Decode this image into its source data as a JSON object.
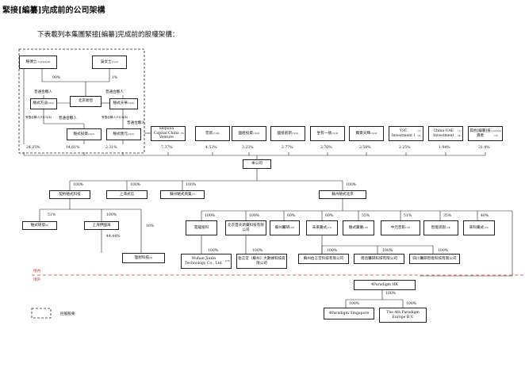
{
  "header": {
    "title": "緊接[編纂]完成前的公司架構",
    "subtitle": "下表載列本集團緊接[編纂]完成前的股權架構："
  },
  "controlling_group": {
    "dr_ma": "駱博士",
    "dr_ma_note": "(1)(2)(3)(4)",
    "ms_wu": "吳女士",
    "ms_wu_note": "(1)(2)",
    "pct_dr_ma": "99%",
    "pct_ms_wu": "1%",
    "gp1": "普通合夥人",
    "gp2": "普通合夥人",
    "gp3": "普通合夥人",
    "gp4": "普通合夥人",
    "entity_a": "駱式方迪",
    "entity_a_note": "(1)(2)",
    "entity_b": "北京新智",
    "entity_c": "駱式天華",
    "entity_c_note": "(1)(8)",
    "small_left": "有限合夥人(1)(3)(4)",
    "small_right": "有限合夥人(1)(3)(4)",
    "holding_a": "駱式投資",
    "holding_a_note": "(1)(2)",
    "holding_b": "駱式匯元",
    "holding_b_note": "(1)(2)",
    "pct_left": "24.25%",
    "pct_a": "14.61%",
    "pct_b": "2.31%"
  },
  "investors": [
    {
      "name": "Sequoia Capital China Venture",
      "note": "(5)",
      "pct": "7.37%"
    },
    {
      "name": "宏昇",
      "note": "(1)(4)",
      "pct": "4.53%"
    },
    {
      "name": "國經投資",
      "note": "(1)(4)",
      "pct": "3.23%"
    },
    {
      "name": "國投創新",
      "note": "(1)(4)",
      "pct": "2.77%"
    },
    {
      "name": "坐有一號",
      "note": "(1)(4)",
      "pct": "2.76%"
    },
    {
      "name": "獨資天輝",
      "note": "(1)(4)",
      "pct": "2.58%"
    },
    {
      "name": "YSC Investment I",
      "note": "(1)(4)",
      "pct": "2.25%"
    },
    {
      "name": "China-UAE Investment",
      "note": "(1)(4)",
      "pct": "1.94%"
    },
    {
      "name": "其他[編纂]投資者",
      "note": "(1)(4)(5)(6)",
      "pct": "31.4%"
    }
  ],
  "company": "本公司",
  "level1": [
    {
      "name": "契約駱式科技",
      "pct": "100%"
    },
    {
      "name": "上海式信",
      "pct": "100%"
    },
    {
      "name": "蘇州駱式商業",
      "note": "(7)",
      "pct": "100%"
    },
    {
      "name": "蘇州駱式北京",
      "pct": "100%"
    }
  ],
  "left_branch": {
    "pct_a": "51%",
    "pct_b": "100%",
    "pct_c": "44.44%",
    "pct_d": "10%",
    "a": "駱式研發",
    "a_note": "(8)",
    "b": "上海伊國海",
    "c": "理想科技",
    "c_note": "(9)"
  },
  "level2": [
    {
      "name": "雲龍投科",
      "pct": "100%"
    },
    {
      "name": "北京首天新藥科技有限公司",
      "pct": "100%"
    },
    {
      "name": "蘇州醫研",
      "note": "(10)",
      "pct": "60%"
    },
    {
      "name": "未來藥式",
      "note": "(11)",
      "pct": "60%"
    },
    {
      "name": "駱式藥儀",
      "note": "(12)",
      "pct": "55%"
    },
    {
      "name": "中元普影",
      "note": "(13)",
      "pct": "51%"
    },
    {
      "name": "智能訊銳",
      "note": "(14)",
      "pct": "35%"
    },
    {
      "name": "來科藥式",
      "note": "(15)",
      "pct": "40%"
    }
  ],
  "level3": [
    {
      "name": "Wuhan Jiaxin Technology Co., Ltd.",
      "note": "(16)",
      "pct": "100%"
    },
    {
      "name": "伯言堂（蘇州）大數據科技有限公司",
      "pct": "100%"
    },
    {
      "name": "蘇州伯言堂科技有限公司",
      "pct": "100%"
    },
    {
      "name": "南昌醫研科技有限公司",
      "pct": "100%"
    },
    {
      "name": "四川醫研智能科技有限公司",
      "pct": "100%"
    }
  ],
  "domestic_label": "境內",
  "offshore_label": "境外",
  "offshore": {
    "hk": "4Paradigm HK",
    "pct_hk": "100%",
    "pct_sg": "100%",
    "pct_eu": "100%",
    "sg": "4Paradigm Singapore",
    "eu": "The 4th Paradigm Europe B.V."
  },
  "legend": {
    "label": "控股股東"
  },
  "colors": {
    "border": "#222222",
    "divider": "#d0342c"
  }
}
